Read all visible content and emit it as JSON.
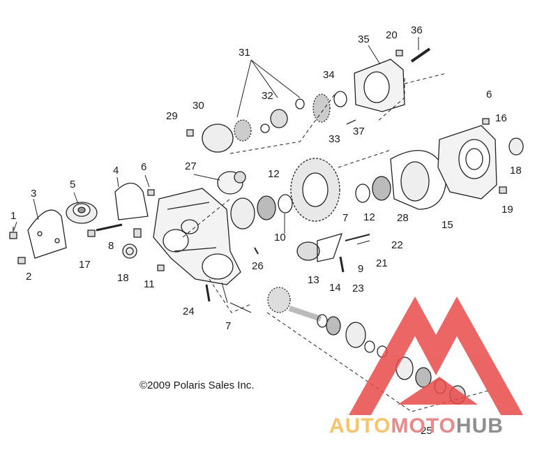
{
  "callouts": [
    {
      "id": "c1",
      "text": "1"
    },
    {
      "id": "c2",
      "text": "2"
    },
    {
      "id": "c3",
      "text": "3"
    },
    {
      "id": "c4",
      "text": "4"
    },
    {
      "id": "c5",
      "text": "5"
    },
    {
      "id": "c6a",
      "text": "6"
    },
    {
      "id": "c6b",
      "text": "6"
    },
    {
      "id": "c7a",
      "text": "7"
    },
    {
      "id": "c7b",
      "text": "7"
    },
    {
      "id": "c8",
      "text": "8"
    },
    {
      "id": "c9",
      "text": "9"
    },
    {
      "id": "c10",
      "text": "10"
    },
    {
      "id": "c11",
      "text": "11"
    },
    {
      "id": "c12a",
      "text": "12"
    },
    {
      "id": "c12b",
      "text": "12"
    },
    {
      "id": "c13",
      "text": "13"
    },
    {
      "id": "c14",
      "text": "14"
    },
    {
      "id": "c15",
      "text": "15"
    },
    {
      "id": "c16",
      "text": "16"
    },
    {
      "id": "c17",
      "text": "17"
    },
    {
      "id": "c18a",
      "text": "18"
    },
    {
      "id": "c18b",
      "text": "18"
    },
    {
      "id": "c19",
      "text": "19"
    },
    {
      "id": "c20",
      "text": "20"
    },
    {
      "id": "c21",
      "text": "21"
    },
    {
      "id": "c22",
      "text": "22"
    },
    {
      "id": "c23",
      "text": "23"
    },
    {
      "id": "c24",
      "text": "24"
    },
    {
      "id": "c25",
      "text": "25"
    },
    {
      "id": "c26",
      "text": "26"
    },
    {
      "id": "c27",
      "text": "27"
    },
    {
      "id": "c28",
      "text": "28"
    },
    {
      "id": "c29",
      "text": "29"
    },
    {
      "id": "c30",
      "text": "30"
    },
    {
      "id": "c31",
      "text": "31"
    },
    {
      "id": "c32",
      "text": "32"
    },
    {
      "id": "c33",
      "text": "33"
    },
    {
      "id": "c34",
      "text": "34"
    },
    {
      "id": "c35",
      "text": "35"
    },
    {
      "id": "c36",
      "text": "36"
    },
    {
      "id": "c37",
      "text": "37"
    }
  ],
  "copyright": "©2009 Polaris Sales Inc.",
  "watermark": {
    "part1": "AUTO",
    "part2": "MOTO",
    "part3": "HUB"
  },
  "colors": {
    "ink": "#1a1a1a",
    "watermark_red": "#e94b4b",
    "watermark_yellow": "#f6c46a",
    "watermark_gray": "#8e8e8e"
  }
}
